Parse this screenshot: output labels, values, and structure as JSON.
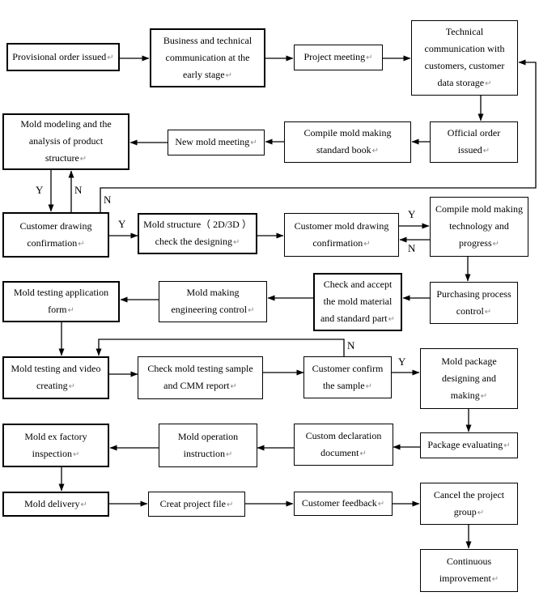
{
  "marks": {
    "yes": "Y",
    "no": "N",
    "return": "↵"
  },
  "colors": {
    "background": "#ffffff",
    "line": "#000000",
    "box_border": "#000000",
    "text": "#000000",
    "return_mark": "#8a8a8a"
  },
  "nodes": {
    "provisional_order": "Provisional order issued",
    "business_communication": "Business and technical communication at the early stage",
    "project_meeting": "Project meeting",
    "technical_communication": "Technical communication with customers, customer data storage",
    "official_order": "Official order issued",
    "compile_standard_book": "Compile mold making standard book",
    "new_mold_meeting": "New mold meeting",
    "mold_modeling": "Mold modeling and the analysis of product structure",
    "customer_drawing_confirmation": "Customer drawing confirmation",
    "mold_structure_check": "Mold structure（ 2D/3D ）check the designing",
    "customer_mold_drawing_confirmation": "Customer mold drawing confirmation",
    "compile_technology": "Compile mold making technology and progress",
    "purchasing_control": "Purchasing process control",
    "check_accept_material": "Check and accept the mold material and standard part",
    "engineering_control": "Mold making engineering control",
    "mold_testing_form": "Mold testing application form",
    "mold_testing_video": "Mold testing and video creating",
    "check_sample_cmm": "Check mold testing sample and CMM report",
    "customer_confirm_sample": "Customer confirm the sample",
    "mold_package": "Mold package designing and making",
    "package_evaluating": "Package evaluating",
    "custom_declaration": "Custom declaration document",
    "mold_operation": "Mold operation instruction",
    "mold_ex_factory": "Mold ex factory inspection",
    "mold_delivery": "Mold delivery",
    "creat_project_file": "Creat project file",
    "customer_feedback": "Customer feedback",
    "cancel_project_group": "Cancel the project group",
    "continuous_improvement": "Continuous improvement"
  }
}
